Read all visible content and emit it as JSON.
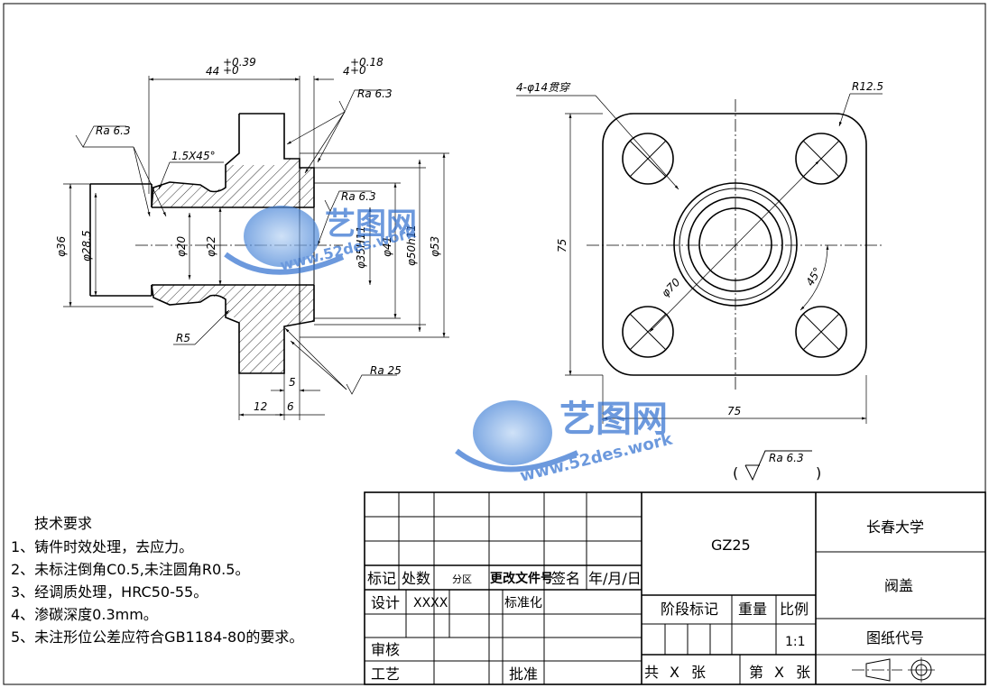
{
  "dimensions": {
    "d44": "44",
    "d44_tol_upper": "+0.39",
    "d44_tol_lower": "+0",
    "d4": "4",
    "d4_tol_upper": "+0.18",
    "d4_tol_lower": "+0",
    "ra63_a": "Ra 6.3",
    "ra63_b": "Ra 6.3",
    "ra63_c": "Ra 6.3",
    "ra25": "Ra 25",
    "chamfer": "1.5X45°",
    "phi36": "φ36",
    "phi285": "φ28.5",
    "phi20": "φ20",
    "phi22": "φ22",
    "phi35h11": "φ35H11",
    "phi41": "φ41",
    "phi50h11": "φ50h11",
    "phi53": "φ53",
    "r5": "R5",
    "d5": "5",
    "d12": "12",
    "d6": "6",
    "holes": "4-φ14贯穿",
    "r125": "R12.5",
    "v75": "75",
    "h75": "75",
    "phi70": "φ70",
    "ang45": "45°",
    "general_ra": "Ra 6.3",
    "paren_left": "(",
    "paren_right": ")"
  },
  "requirements": {
    "title": "技术要求",
    "items": [
      "1、铸件时效处理，去应力。",
      "2、未标注倒角C0.5,未注圆角R0.5。",
      "3、经调质处理，HRC50-55。",
      "4、渗碳深度0.3mm。",
      "5、未注形位公差应符合GB1184-80的要求。"
    ]
  },
  "title_block": {
    "drawing_no": "GZ25",
    "school": "长春大学",
    "part_name": "阀盖",
    "drawing_code_label": "图纸代号",
    "mark": "标记",
    "count": "处数",
    "zone": "分区",
    "change_doc": "更改文件号",
    "signature": "签名",
    "date": "年/月/日",
    "design": "设计",
    "designer": "XXXX",
    "standardize": "标准化",
    "stage_mark": "阶段标记",
    "weight": "重量",
    "scale_label": "比例",
    "scale": "1:1",
    "review": "审核",
    "process": "工艺",
    "approve": "批准",
    "total": "共",
    "total_x": "X",
    "sheet_unit": "张",
    "sheet_no": "第",
    "sheet_x": "X",
    "sheet_unit2": "张"
  },
  "watermark": {
    "brand": "艺图网",
    "url": "www.52des.work"
  }
}
